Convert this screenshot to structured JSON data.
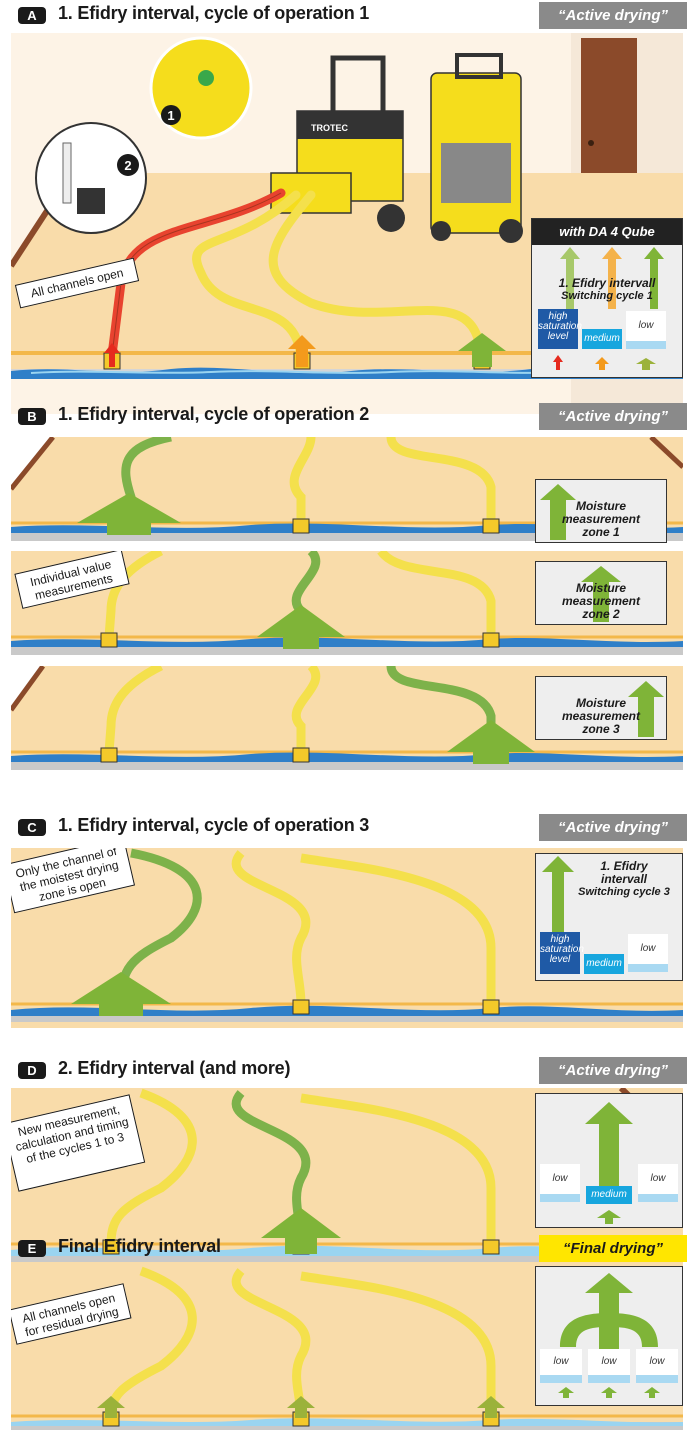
{
  "sections": {
    "a": {
      "badge": "A",
      "title": "1. Efidry interval, cycle of operation 1",
      "mode": "“Active drying”"
    },
    "b": {
      "badge": "B",
      "title": "1. Efidry interval, cycle of operation 2",
      "mode": "“Active drying”"
    },
    "c": {
      "badge": "C",
      "title": "1. Efidry interval, cycle of operation 3",
      "mode": "“Active drying”"
    },
    "d": {
      "badge": "D",
      "title": "2. Efidry interval (and more)",
      "mode": "“Active drying”"
    },
    "e": {
      "badge": "E",
      "title": "Final Efidry interval",
      "mode": "“Final drying”"
    }
  },
  "callouts": {
    "a": "All channels open",
    "b": "Individual value measurements",
    "c": "Only the channel of the moistest drying zone is open",
    "d": "New measurement, calculation and timing of the cycles 1 to 3",
    "e": "All channels open for residual drying"
  },
  "markers": {
    "one": "1",
    "two": "2"
  },
  "device_brand": "TROTEC",
  "panel_a": {
    "header": "with DA 4 Qube",
    "title_line1": "1. Efidry intervall",
    "title_line2": "Switching cycle 1",
    "levels": {
      "high": "high saturation level",
      "medium": "medium",
      "low": "low"
    }
  },
  "panel_b": {
    "zone1": {
      "line1": "Moisture measurement",
      "line2": "zone 1"
    },
    "zone2": {
      "line1": "Moisture measurement",
      "line2": "zone 2"
    },
    "zone3": {
      "line1": "Moisture measurement",
      "line2": "zone 3"
    }
  },
  "panel_c": {
    "title_line1": "1. Efidry",
    "title_line2": "intervall",
    "title_line3": "Switching cycle 3",
    "levels": {
      "high": "high saturation level",
      "medium": "medium",
      "low": "low"
    }
  },
  "panel_d": {
    "levels": {
      "left": "low",
      "medium": "medium",
      "right": "low"
    }
  },
  "panel_e": {
    "levels": {
      "left": "low",
      "middle": "low",
      "right": "low"
    }
  },
  "colors": {
    "floor": "#f9dcaa",
    "screed_line": "#f3b84a",
    "wall": "#fdf3e6",
    "hose_yellow": "#f4e04c",
    "hose_green": "#7db24a",
    "hose_red": "#e8432f",
    "arrow_green": "#7fb438",
    "arrow_orange": "#f39a1c",
    "arrow_red": "#e52a1e",
    "water": "#2f7fc8",
    "mode_active": "#8a8a8a",
    "mode_final": "#ffe600"
  }
}
